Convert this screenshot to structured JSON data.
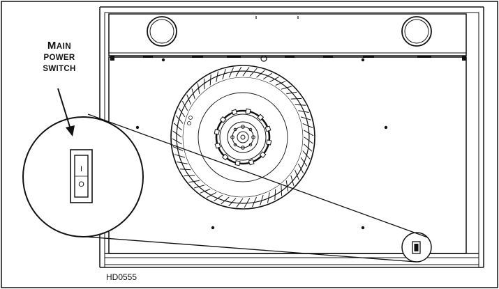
{
  "callout": {
    "line1_initial": "M",
    "line1_rest": "AIN",
    "line2": "POWER",
    "line3": "SWITCH"
  },
  "switch_symbols": {
    "on": "I",
    "off": "O"
  },
  "figure_code": "HD0555"
}
